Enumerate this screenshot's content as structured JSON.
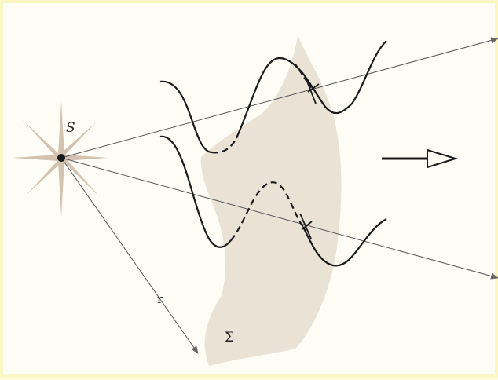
{
  "labels": {
    "source": "S",
    "radius": "r",
    "surface": "Σ"
  },
  "colors": {
    "background": "#fdfdf6",
    "frame": "#fbf7c2",
    "surface_fill": "#e9dfd2",
    "starburst": "#cdb8a6",
    "ink": "#1a1a1a",
    "ray": "#555555"
  },
  "icons": {
    "source_point": "point-source-dot",
    "direction": "propagation-arrow-icon"
  }
}
